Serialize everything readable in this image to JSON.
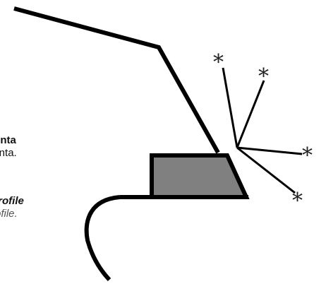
{
  "labels": {
    "line1": "punta",
    "line2": "punta.",
    "line3": "profile",
    "line4": "rofile."
  },
  "symbols": {
    "asterisk": "*"
  },
  "colors": {
    "stroke": "#000000",
    "fill_block": "#808080",
    "label_text": "#111111",
    "label_italic": "#555555"
  }
}
